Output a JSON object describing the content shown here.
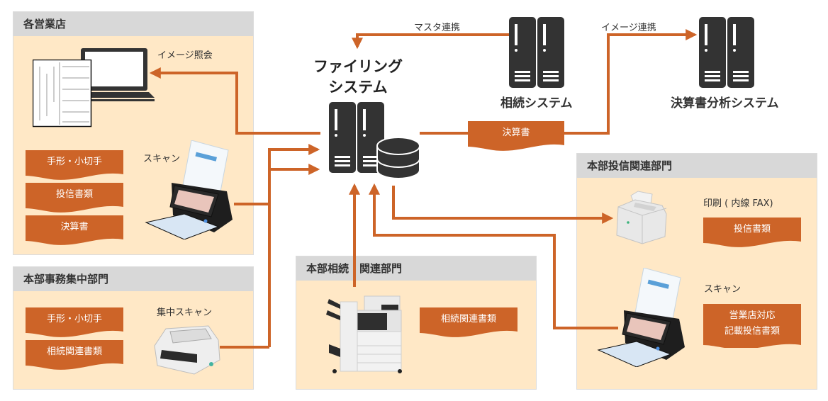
{
  "colors": {
    "accent": "#cd6428",
    "box_fill": "#ffe8c6",
    "box_header": "#d8d8d8",
    "server": "#333333"
  },
  "central": {
    "title_line1": "ファイリング",
    "title_line2": "システム",
    "icon": "server-database-icon"
  },
  "systems": {
    "souzoku": {
      "label": "相続システム",
      "icon": "server-icon"
    },
    "kessan": {
      "label": "決算書分析システム",
      "icon": "server-icon"
    }
  },
  "connections": {
    "master_link": "マスタ連携",
    "image_link": "イメージ連携",
    "kessansho_doc": "決算書"
  },
  "boxes": {
    "branch": {
      "title": "各営業店",
      "image_view_label": "イメージ照会",
      "scan_label": "スキャン",
      "docs": [
        "手形・小切手",
        "投信書類",
        "決算書"
      ]
    },
    "central_office": {
      "title": "本部事務集中部門",
      "scan_label": "集中スキャン",
      "docs": [
        "手形・小切手",
        "相続関連書類"
      ]
    },
    "souzoku_dept": {
      "title": "本部相続　関連部門",
      "docs": [
        "相続関連書類"
      ]
    },
    "toushin_dept": {
      "title": "本部投信関連部門",
      "print_label": "印刷 ( 内線 FAX)",
      "print_doc": "投信書類",
      "scan_label": "スキャン",
      "scan_doc_line1": "営業店対応",
      "scan_doc_line2": "記載投信書類"
    }
  }
}
